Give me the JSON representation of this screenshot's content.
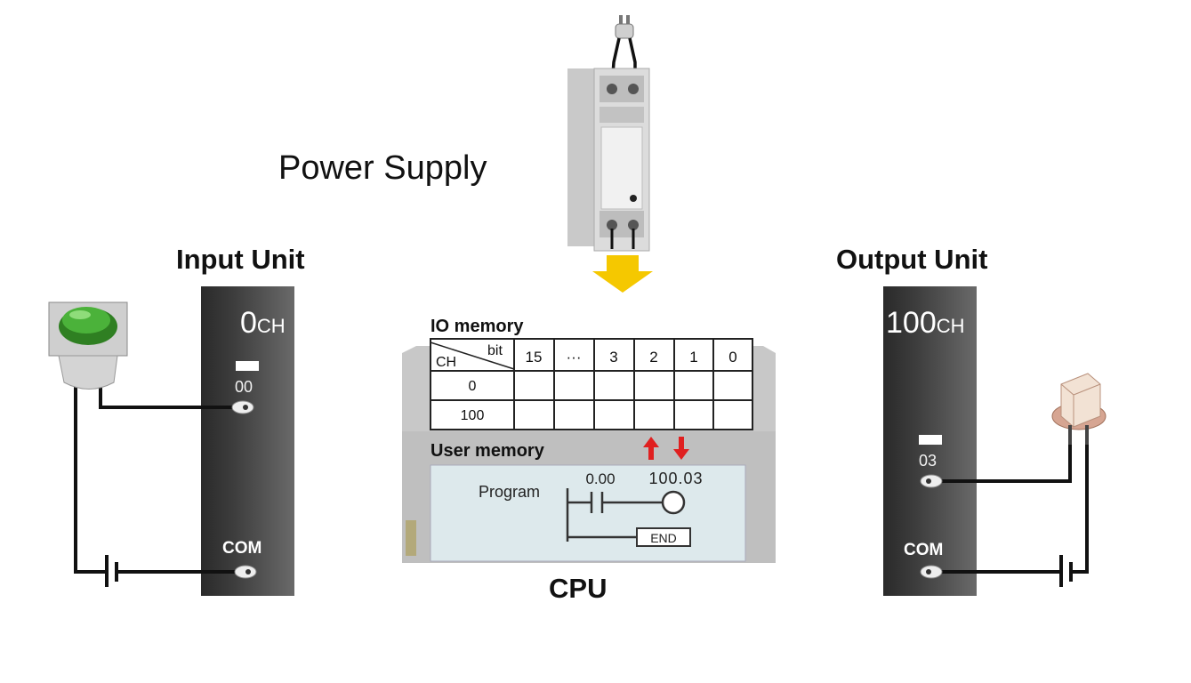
{
  "power_supply": {
    "label": "Power Supply"
  },
  "input_unit": {
    "title": "Input Unit",
    "channel": "0",
    "channel_suffix": "CH",
    "terminal": "00",
    "com": "COM"
  },
  "output_unit": {
    "title": "Output Unit",
    "channel": "100",
    "channel_suffix": "CH",
    "terminal": "03",
    "com": "COM"
  },
  "cpu": {
    "label": "CPU",
    "io_memory_label": "IO memory",
    "table_corner_bit": "bit",
    "table_corner_ch": "CH",
    "bit_headers": [
      "15",
      "···",
      "3",
      "2",
      "1",
      "0"
    ],
    "rows": [
      "0",
      "100"
    ],
    "user_memory_label": "User memory",
    "program_label": "Program",
    "contact_address": "0.00",
    "coil_address": "100.03",
    "end_label": "END"
  },
  "colors": {
    "button_green": "#3a9a2a",
    "arrow_red": "#e02020",
    "arrow_yellow": "#f5c800",
    "panel_dark": "#3a3a3a"
  }
}
